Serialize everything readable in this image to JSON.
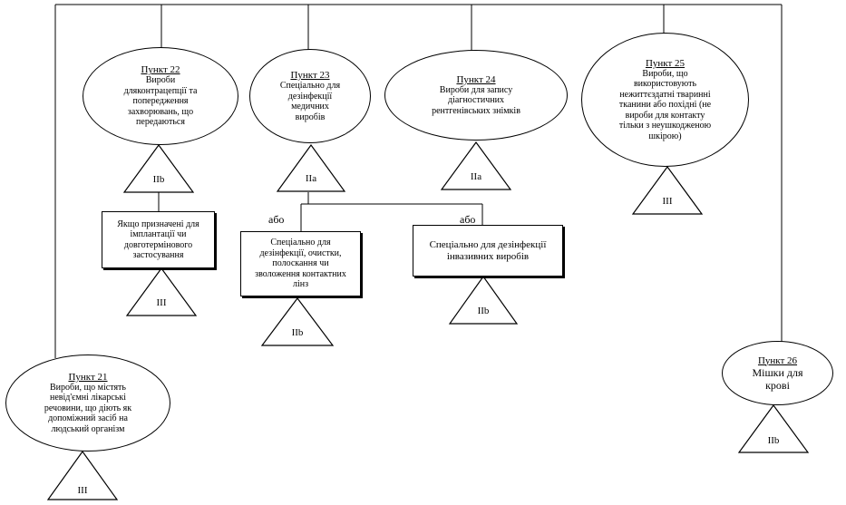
{
  "items": {
    "p22": {
      "title": "Пункт 22",
      "lines": [
        "Вироби",
        "дляконтрацепції та",
        "попередження",
        "захворювань, що",
        "передаються"
      ]
    },
    "p23": {
      "title": "Пункт 23",
      "lines": [
        "Спеціально для",
        "дезінфекції",
        "медичних",
        "виробів"
      ]
    },
    "p24": {
      "title": "Пункт 24",
      "lines": [
        "Вироби для запису",
        "діагностичних",
        "рентгенівських знімків"
      ]
    },
    "p25": {
      "title": "Пункт 25",
      "lines": [
        "Вироби, що",
        "використовують",
        "нежиттєздатні тваринні",
        "тканини або похідні (не",
        "вироби для контакту",
        "тільки з неушкодженою",
        "шкірою)"
      ]
    },
    "p21": {
      "title": "Пункт 21",
      "lines": [
        "Вироби, що містять",
        "невід'ємні лікарські",
        "речовини, що діють як",
        "допоміжний засіб на",
        "людський організм"
      ]
    },
    "p26": {
      "title": "Пункт 26",
      "lines": [
        "Мішки для",
        "крові"
      ]
    }
  },
  "boxes": {
    "implant": {
      "lines": [
        "Якщо призначені для",
        "імплантації чи",
        "довготермінового",
        "застосування"
      ]
    },
    "lens": {
      "lines": [
        "Спеціально для",
        "дезінфекції, очистки,",
        "полоскання чи",
        "зволоження контактних",
        "лінз"
      ]
    },
    "invasive": {
      "lines": [
        "Спеціально для дезінфекції",
        "інвазивних виробів"
      ]
    }
  },
  "classes": {
    "p22": "IIb",
    "p23": "IIa",
    "p24": "IIa",
    "p25": "III",
    "implant": "III",
    "lens": "IIb",
    "invasive": "IIb",
    "p21": "III",
    "p26": "IIb"
  },
  "or_labels": {
    "left": "або",
    "right": "або"
  }
}
